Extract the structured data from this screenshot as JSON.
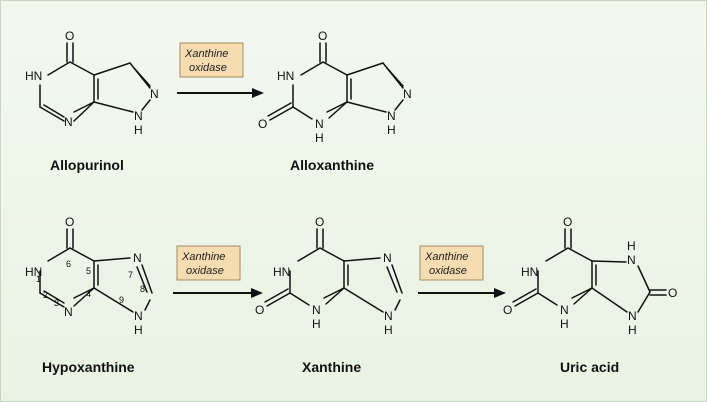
{
  "compounds": {
    "allopurinol": "Allopurinol",
    "alloxanthine": "Alloxanthine",
    "hypoxanthine": "Hypoxanthine",
    "xanthine": "Xanthine",
    "uric_acid": "Uric acid"
  },
  "enzyme": {
    "line1": "Xanthine",
    "line2": "oxidase"
  },
  "atoms": {
    "O": "O",
    "N": "N",
    "HN": "HN",
    "H": "H"
  },
  "ring_numbers": [
    "1",
    "2",
    "3",
    "4",
    "5",
    "6",
    "7",
    "8",
    "9"
  ]
}
